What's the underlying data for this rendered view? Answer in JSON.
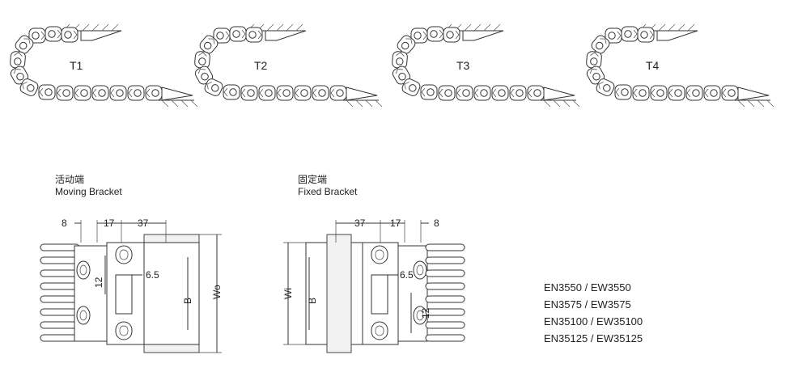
{
  "chains": [
    {
      "label": "T1"
    },
    {
      "label": "T2"
    },
    {
      "label": "T3"
    },
    {
      "label": "T4"
    }
  ],
  "moving": {
    "title_cn": "活动端",
    "title_en": "Moving Bracket",
    "dims": {
      "a": "8",
      "b": "17",
      "c": "37",
      "hole": "6.5",
      "pitch": "12",
      "b_label": "B",
      "outer": "Wo"
    }
  },
  "fixed": {
    "title_cn": "固定端",
    "title_en": "Fixed Bracket",
    "dims": {
      "a": "37",
      "b": "17",
      "c": "8",
      "hole": "6.5",
      "pitch": "12",
      "b_label": "B",
      "inner": "Wi"
    }
  },
  "models": [
    "EN3550 / EW3550",
    "EN3575 / EW3575",
    "EN35100 / EW35100",
    "EN35125 / EW35125"
  ]
}
